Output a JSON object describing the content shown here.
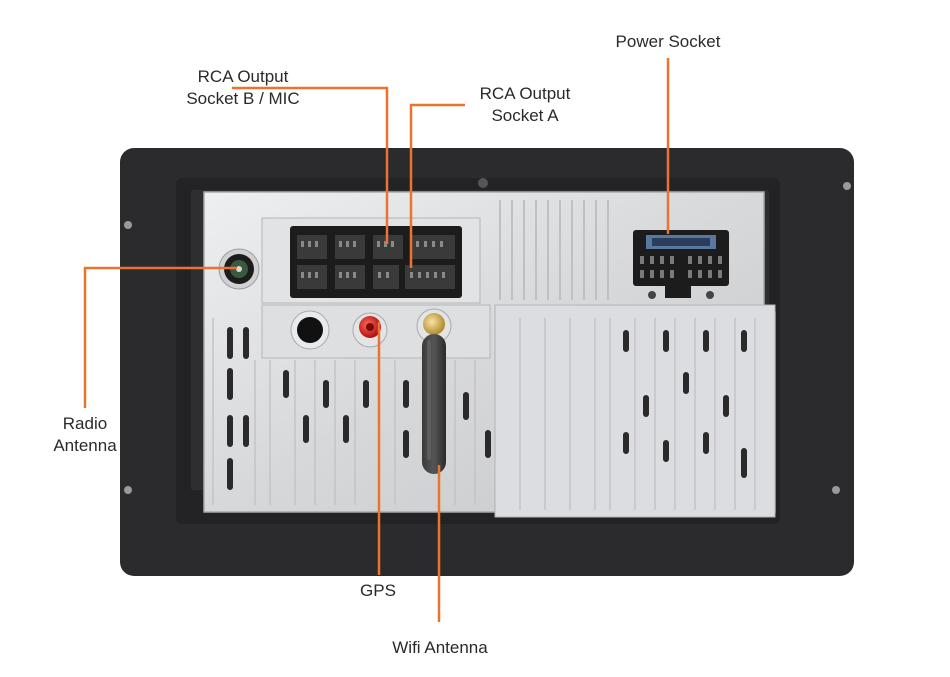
{
  "labels": {
    "power_socket": "Power Socket",
    "rca_b_line1": "RCA Output",
    "rca_b_line2": "Socket B / MIC",
    "rca_a_line1": "RCA Output",
    "rca_a_line2": "Socket A",
    "radio_line1": "Radio",
    "radio_line2": "Antenna",
    "gps": "GPS",
    "wifi": "Wifi Antenna"
  },
  "colors": {
    "callout_line": "#e8742f",
    "bezel": "#2b2b2d",
    "chassis": "#d9dadc",
    "chassis_edge": "#b9babd",
    "connector": "#1c1c1c",
    "gps_connector": "#d42020",
    "wifi_connector": "#d9b24a"
  }
}
